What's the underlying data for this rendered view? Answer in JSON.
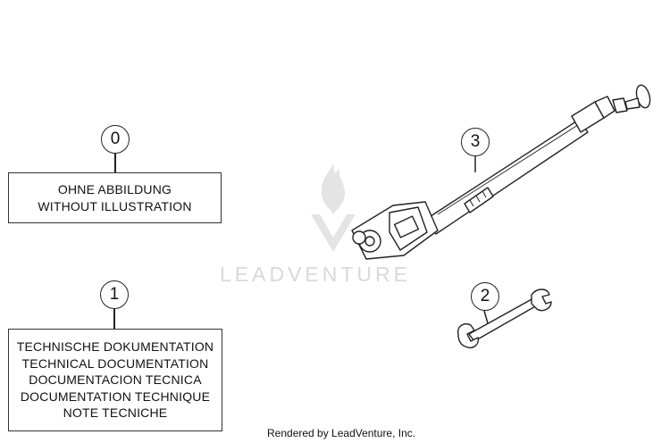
{
  "callouts": [
    {
      "number": "0",
      "lines": [
        "OHNE ABBILDUNG",
        "WITHOUT ILLUSTRATION"
      ]
    },
    {
      "number": "1",
      "lines": [
        "TECHNISCHE DOKUMENTATION",
        "TECHNICAL DOCUMENTATION",
        "DOCUMENTACION TECNICA",
        "DOCUMENTATION TECHNIQUE",
        "NOTE TECNICHE"
      ]
    },
    {
      "number": "2",
      "part": "open-end-wrench"
    },
    {
      "number": "3",
      "part": "fork-pump-tool"
    }
  ],
  "watermark": {
    "text": "LEADVENTURE"
  },
  "footer": {
    "text": "Rendered by LeadVenture, Inc."
  }
}
